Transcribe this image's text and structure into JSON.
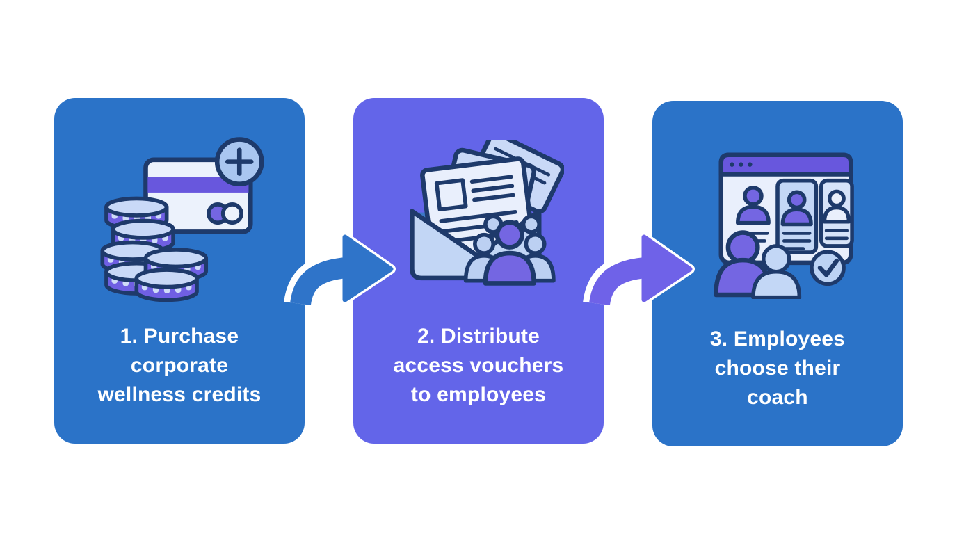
{
  "diagram": {
    "background": "#ffffff",
    "steps": [
      {
        "number": 1,
        "bg": "#2b73c8",
        "icon": "credit-card-coins-icon",
        "lines": [
          "1. Purchase",
          "corporate",
          "wellness credits"
        ]
      },
      {
        "number": 2,
        "bg": "#6365e9",
        "icon": "envelope-vouchers-people-icon",
        "lines": [
          "2. Distribute",
          "access vouchers",
          "to employees"
        ]
      },
      {
        "number": 3,
        "bg": "#2b73c8",
        "icon": "browser-coach-profiles-icon",
        "lines": [
          "3. Employees",
          "choose their",
          "coach"
        ]
      }
    ],
    "arrows": [
      {
        "between": "step-1-to-step-2",
        "direction": "right",
        "color": "#2f74c9"
      },
      {
        "between": "step-2-to-step-3",
        "direction": "right",
        "color": "#6f62e8"
      }
    ],
    "icon_palette": {
      "outline_navy": "#1e3a6b",
      "light_fill": "#e9effc",
      "periwinkle": "#c3d7f6",
      "accent_purple": "#7466e2",
      "header_purple": "#6857dd",
      "inner_envelope_blue": "#3c78c6"
    }
  }
}
